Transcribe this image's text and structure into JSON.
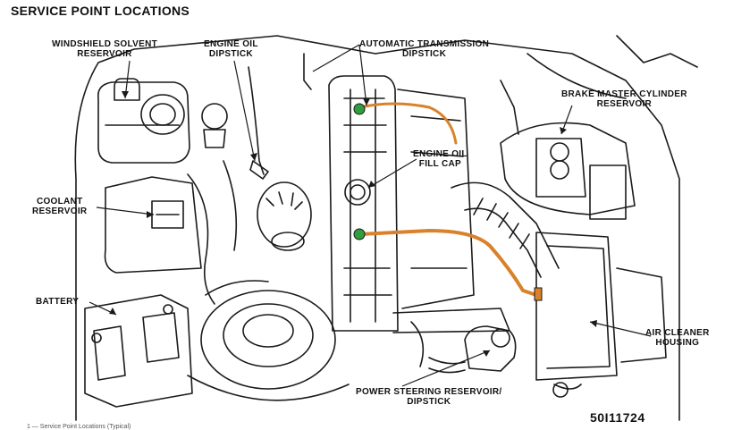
{
  "title": "SERVICE POINT LOCATIONS",
  "labels": {
    "windshield_solvent": [
      "WINDSHIELD SOLVENT",
      "RESERVOIR"
    ],
    "engine_oil_dipstick": [
      "ENGINE OIL",
      "DIPSTICK"
    ],
    "auto_trans_dipstick": [
      "AUTOMATIC TRANSMISSION",
      "DIPSTICK"
    ],
    "brake_master": [
      "BRAKE MASTER CYLINDER",
      "RESERVOIR"
    ],
    "engine_oil_fill": [
      "ENGINE OIL",
      "FILL CAP"
    ],
    "coolant": [
      "COOLANT",
      "RESERVOIR"
    ],
    "battery": [
      "BATTERY"
    ],
    "air_cleaner": [
      "AIR CLEANER",
      "HOUSING"
    ],
    "power_steering": [
      "POWER STEERING RESERVOIR/",
      "DIPSTICK"
    ]
  },
  "figure_number": "50I11724",
  "footer_text": "1 — Service Point Locations (Typical)",
  "colors": {
    "line": "#1a1a1a",
    "highlight_orange": "#d9822b",
    "highlight_green": "#2e9e3e",
    "background": "#ffffff"
  }
}
